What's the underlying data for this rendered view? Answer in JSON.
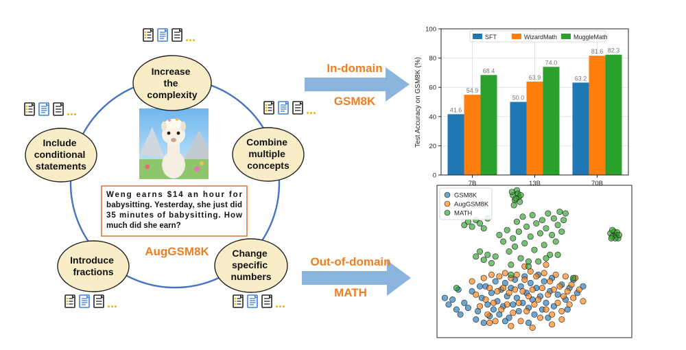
{
  "cycle": {
    "center_label": "AugGSM8K",
    "question": {
      "lines": [
        "Weng earns $14 an hour for",
        "babysitting. Yesterday, she just did",
        "35 minutes of babysitting. How",
        "much did she earn?"
      ]
    },
    "nodes": [
      {
        "id": "complexity",
        "lines": [
          "Increase",
          "the",
          "complexity"
        ]
      },
      {
        "id": "concepts",
        "lines": [
          "Combine",
          "multiple",
          "concepts"
        ]
      },
      {
        "id": "numbers",
        "lines": [
          "Change",
          "specific",
          "numbers"
        ]
      },
      {
        "id": "fractions",
        "lines": [
          "Introduce",
          "fractions"
        ]
      },
      {
        "id": "conditional",
        "lines": [
          "Include",
          "conditional",
          "statements"
        ]
      }
    ],
    "doc_icon_ellipsis": "..."
  },
  "arrows": {
    "in_domain": {
      "label": "In-domain",
      "dataset": "GSM8K"
    },
    "out_domain": {
      "label": "Out-of-domain",
      "dataset": "MATH"
    }
  },
  "colors": {
    "node_fill": "#f8edc7",
    "cycle_line": "#4472c4",
    "accent_orange": "#ef7d22",
    "arrow_blue": "#8ab3dd",
    "sft": "#1f77b4",
    "wizardmath": "#ff7f0e",
    "mugglemath": "#2ca02c",
    "question_border": "#e07b39"
  },
  "chart_data": [
    {
      "type": "bar",
      "categories": [
        "7B",
        "13B",
        "70B"
      ],
      "series": [
        {
          "name": "SFT",
          "values": [
            41.6,
            50.0,
            63.2
          ]
        },
        {
          "name": "WizardMath",
          "values": [
            54.9,
            63.9,
            81.6
          ]
        },
        {
          "name": "MuggleMath",
          "values": [
            68.4,
            74.0,
            82.3
          ]
        }
      ],
      "value_labels": [
        [
          "41.6",
          "50.0",
          "63.2"
        ],
        [
          "54.9",
          "63.9",
          "81.6"
        ],
        [
          "68.4",
          "74.0",
          "82.3"
        ]
      ],
      "ylabel": "Test Accuracy on GSM8K (%)",
      "ylim": [
        0,
        100
      ],
      "yticks": [
        0,
        20,
        40,
        60,
        80,
        100
      ],
      "grid": true,
      "legend_position": "top"
    },
    {
      "type": "scatter",
      "legend": [
        "GSM8K",
        "AugGSM8K",
        "MATH"
      ],
      "legend_position": "top-left",
      "axes_ticks": false,
      "series": [
        {
          "name": "GSM8K",
          "points": [
            [
              -3.6,
              -1.6
            ],
            [
              -3.4,
              -2.0
            ],
            [
              -3.2,
              -1.7
            ],
            [
              -3.0,
              -2.3
            ],
            [
              -2.8,
              -2.6
            ],
            [
              -2.6,
              -1.9
            ],
            [
              -2.4,
              -2.2
            ],
            [
              -2.2,
              -1.2
            ],
            [
              -2.0,
              -2.9
            ],
            [
              -1.9,
              -2.4
            ],
            [
              -1.7,
              -1.6
            ],
            [
              -1.6,
              -3.1
            ],
            [
              -1.5,
              -0.9
            ],
            [
              -1.4,
              -2.0
            ],
            [
              -1.3,
              -2.7
            ],
            [
              -1.2,
              -1.3
            ],
            [
              -1.1,
              -2.3
            ],
            [
              -1.0,
              -0.6
            ],
            [
              -0.9,
              -1.8
            ],
            [
              -0.8,
              -2.6
            ],
            [
              -0.7,
              -1.1
            ],
            [
              -0.6,
              -2.1
            ],
            [
              -0.5,
              -0.7
            ],
            [
              -0.4,
              -1.5
            ],
            [
              -0.3,
              -2.8
            ],
            [
              -0.2,
              -1.0
            ],
            [
              -0.1,
              -2.0
            ],
            [
              0.0,
              -0.5
            ],
            [
              0.1,
              -1.6
            ],
            [
              0.2,
              -2.4
            ],
            [
              0.3,
              -0.9
            ],
            [
              0.4,
              -1.9
            ],
            [
              0.5,
              -0.3
            ],
            [
              0.6,
              -1.3
            ],
            [
              0.7,
              -2.2
            ],
            [
              0.8,
              -0.7
            ],
            [
              0.9,
              -1.7
            ],
            [
              1.0,
              -2.6
            ],
            [
              1.1,
              -1.0
            ],
            [
              1.2,
              -0.2
            ],
            [
              1.3,
              -1.5
            ],
            [
              1.4,
              -2.3
            ],
            [
              1.5,
              -0.6
            ],
            [
              1.6,
              -1.9
            ],
            [
              1.8,
              -1.2
            ],
            [
              1.9,
              -0.4
            ],
            [
              2.0,
              -2.1
            ],
            [
              2.2,
              -1.4
            ],
            [
              2.4,
              -0.8
            ],
            [
              2.6,
              -1.7
            ],
            [
              2.8,
              -1.0
            ],
            [
              3.0,
              -0.5
            ],
            [
              3.2,
              -1.3
            ],
            [
              3.5,
              -0.9
            ],
            [
              -2.9,
              -1.1
            ],
            [
              -1.8,
              -0.9
            ],
            [
              -0.5,
              -3.0
            ],
            [
              0.7,
              -3.1
            ],
            [
              1.7,
              -2.8
            ],
            [
              2.7,
              -2.3
            ]
          ]
        },
        {
          "name": "AugGSM8K",
          "points": [
            [
              -2.2,
              -0.6
            ],
            [
              -2.0,
              -1.4
            ],
            [
              -1.8,
              -2.1
            ],
            [
              -1.6,
              -0.4
            ],
            [
              -1.5,
              -1.7
            ],
            [
              -1.4,
              -2.6
            ],
            [
              -1.3,
              -1.0
            ],
            [
              -1.2,
              -0.2
            ],
            [
              -1.1,
              -1.9
            ],
            [
              -1.0,
              -3.0
            ],
            [
              -0.9,
              -1.2
            ],
            [
              -0.8,
              -0.3
            ],
            [
              -0.7,
              -2.3
            ],
            [
              -0.6,
              -1.0
            ],
            [
              -0.5,
              -0.1
            ],
            [
              -0.4,
              -2.0
            ],
            [
              -0.3,
              -1.3
            ],
            [
              -0.2,
              -0.4
            ],
            [
              -0.1,
              -2.5
            ],
            [
              0.0,
              -1.1
            ],
            [
              0.1,
              -0.2
            ],
            [
              0.2,
              -1.9
            ],
            [
              0.3,
              -3.0
            ],
            [
              0.4,
              -1.2
            ],
            [
              0.5,
              -0.5
            ],
            [
              0.6,
              -2.4
            ],
            [
              0.7,
              -1.5
            ],
            [
              0.8,
              0.0
            ],
            [
              0.9,
              -1.1
            ],
            [
              1.0,
              -2.0
            ],
            [
              1.1,
              -0.3
            ],
            [
              1.2,
              -1.7
            ],
            [
              1.3,
              -2.8
            ],
            [
              1.4,
              -1.0
            ],
            [
              1.5,
              -0.1
            ],
            [
              1.6,
              -2.3
            ],
            [
              1.7,
              -1.4
            ],
            [
              1.8,
              -0.6
            ],
            [
              1.9,
              -2.6
            ],
            [
              2.0,
              -1.1
            ],
            [
              2.1,
              -0.2
            ],
            [
              2.2,
              -1.9
            ],
            [
              2.3,
              -0.9
            ],
            [
              2.4,
              -2.4
            ],
            [
              2.5,
              -1.5
            ],
            [
              2.6,
              -0.3
            ],
            [
              2.7,
              -1.2
            ],
            [
              2.8,
              -2.0
            ],
            [
              2.9,
              -0.8
            ],
            [
              3.0,
              -1.6
            ],
            [
              3.1,
              -0.4
            ],
            [
              3.3,
              -1.1
            ],
            [
              3.5,
              -1.8
            ],
            [
              -0.2,
              -3.3
            ],
            [
              0.9,
              -3.4
            ],
            [
              1.9,
              -3.2
            ],
            [
              -1.3,
              -3.1
            ],
            [
              2.4,
              -2.9
            ],
            [
              0.5,
              0.3
            ],
            [
              1.6,
              0.4
            ]
          ]
        },
        {
          "name": "MATH",
          "points": [
            [
              -2.6,
              2.8
            ],
            [
              -2.4,
              3.0
            ],
            [
              -2.2,
              2.7
            ],
            [
              -2.0,
              3.1
            ],
            [
              -1.8,
              2.9
            ],
            [
              -1.6,
              2.6
            ],
            [
              -1.4,
              3.2
            ],
            [
              -2.0,
              0.9
            ],
            [
              -1.8,
              1.2
            ],
            [
              -1.6,
              0.7
            ],
            [
              -1.4,
              1.0
            ],
            [
              -1.2,
              0.5
            ],
            [
              -1.0,
              0.9
            ],
            [
              -0.8,
              2.2
            ],
            [
              -0.6,
              1.8
            ],
            [
              -0.4,
              2.5
            ],
            [
              -0.3,
              1.2
            ],
            [
              -0.2,
              0.4
            ],
            [
              -0.1,
              2.0
            ],
            [
              0.0,
              1.5
            ],
            [
              0.1,
              3.0
            ],
            [
              0.2,
              2.4
            ],
            [
              0.3,
              0.8
            ],
            [
              0.4,
              3.3
            ],
            [
              0.5,
              1.7
            ],
            [
              0.6,
              2.7
            ],
            [
              0.7,
              0.3
            ],
            [
              0.8,
              2.1
            ],
            [
              0.9,
              3.4
            ],
            [
              1.0,
              1.3
            ],
            [
              1.1,
              2.9
            ],
            [
              1.2,
              0.6
            ],
            [
              1.3,
              2.3
            ],
            [
              1.4,
              3.1
            ],
            [
              1.5,
              1.6
            ],
            [
              1.6,
              2.6
            ],
            [
              1.7,
              3.5
            ],
            [
              1.8,
              1.0
            ],
            [
              1.9,
              2.2
            ],
            [
              2.0,
              3.2
            ],
            [
              2.1,
              1.8
            ],
            [
              2.2,
              2.8
            ],
            [
              2.3,
              3.6
            ],
            [
              2.4,
              2.4
            ],
            [
              2.5,
              3.1
            ],
            [
              2.6,
              3.5
            ],
            [
              2.2,
              1.0
            ],
            [
              0.7,
              0.6
            ],
            [
              1.6,
              0.8
            ],
            [
              -0.2,
              -0.2
            ],
            [
              3.0,
              -0.4
            ],
            [
              -3.0,
              -1.0
            ],
            [
              -0.1,
              4.6
            ],
            [
              0.0,
              4.3
            ],
            [
              0.1,
              4.9
            ],
            [
              0.2,
              4.5
            ],
            [
              0.25,
              4.2
            ],
            [
              -0.05,
              4.0
            ],
            [
              0.15,
              4.7
            ],
            [
              0.05,
              4.4
            ],
            [
              0.3,
              4.6
            ],
            [
              -0.15,
              4.8
            ],
            [
              4.9,
              2.3
            ],
            [
              5.0,
              2.1
            ],
            [
              5.1,
              2.4
            ],
            [
              5.2,
              2.2
            ],
            [
              5.3,
              2.0
            ],
            [
              5.0,
              2.5
            ],
            [
              5.15,
              2.0
            ],
            [
              4.95,
              2.0
            ],
            [
              5.25,
              2.35
            ],
            [
              5.35,
              2.2
            ]
          ]
        }
      ]
    }
  ]
}
